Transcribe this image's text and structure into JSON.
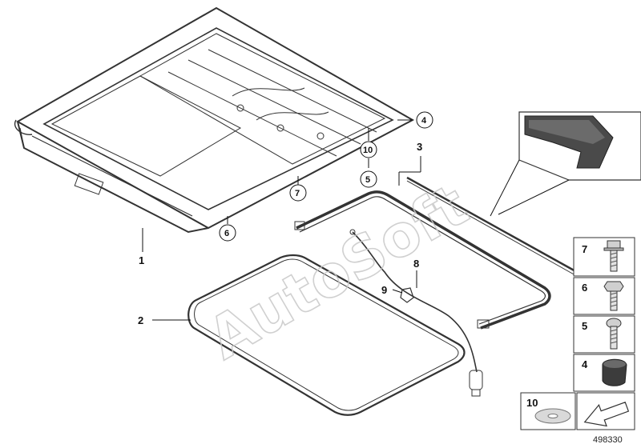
{
  "callouts": {
    "c1": "1",
    "c2": "2",
    "c3": "3",
    "c4": "4",
    "c5": "5",
    "c6": "6",
    "c7": "7",
    "c8": "8",
    "c9": "9",
    "c10": "10"
  },
  "legend": {
    "r7": "7",
    "r6": "6",
    "r5": "5",
    "r4": "4",
    "r10": "10"
  },
  "watermark_text": "AutoSoft",
  "diagram_id": "498330",
  "colors": {
    "line": "#333333",
    "fill": "#d8d8d8",
    "watermark": "#c8c8c8"
  }
}
